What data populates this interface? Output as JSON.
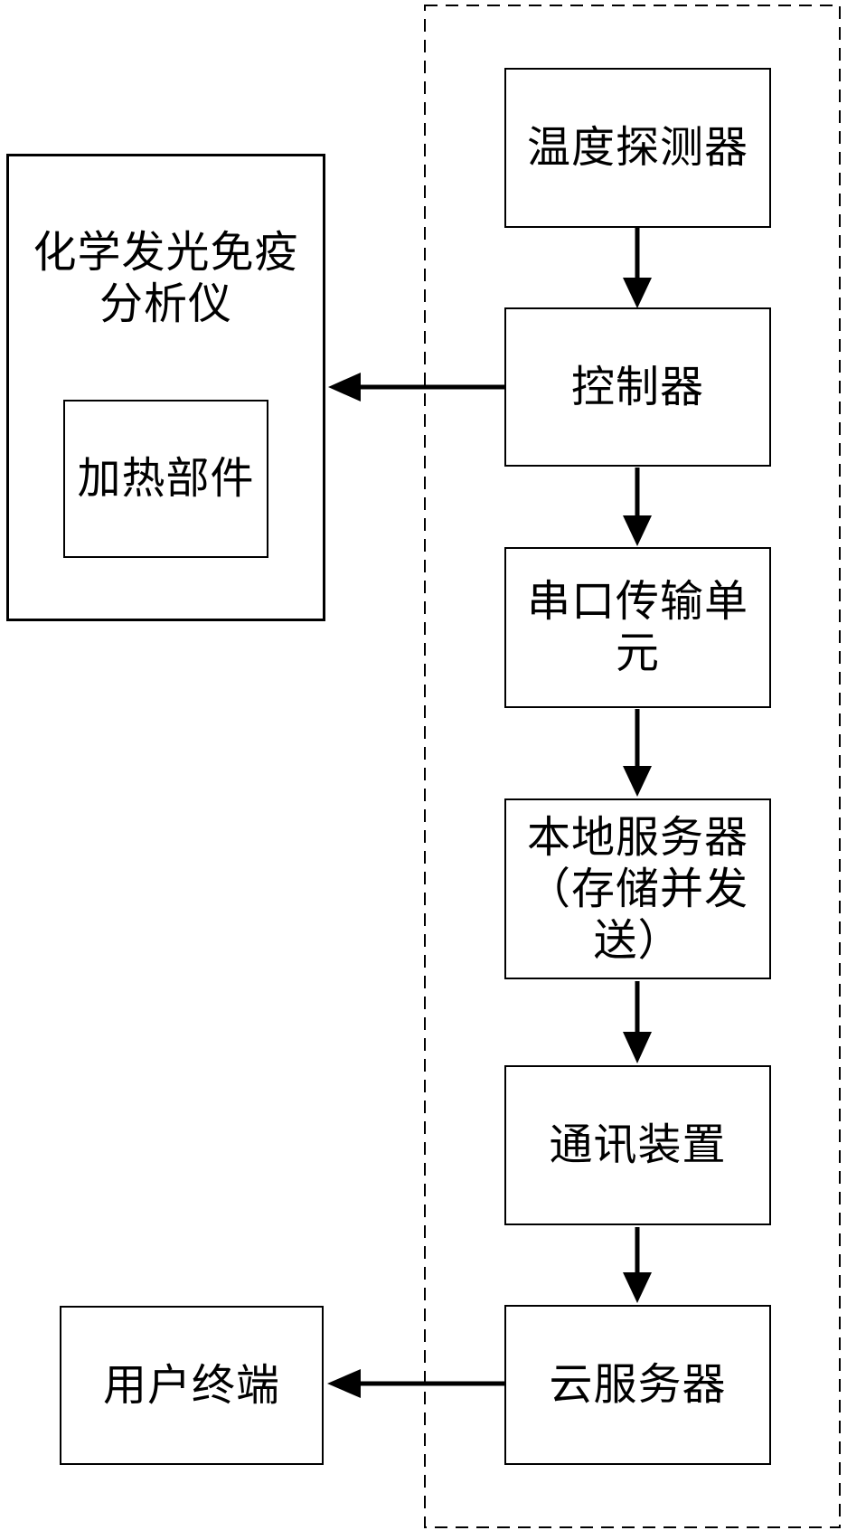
{
  "figure": {
    "boxes": {
      "analyzer": {
        "label": "化学发光免疫分析仪",
        "lines": [
          "化学发光免疫",
          "分析仪"
        ]
      },
      "heater": {
        "label": "加热部件"
      },
      "temperature_detector": {
        "label": "温度探测器"
      },
      "controller": {
        "label": "控制器"
      },
      "serial_unit": {
        "label": "串口传输单元",
        "lines": [
          "串口传输单",
          "元"
        ]
      },
      "local_server": {
        "label": "本地服务器（存储并发送）",
        "lines": [
          "本地服务器",
          "（存储并发",
          "送）"
        ]
      },
      "comm_device": {
        "label": "通讯装置"
      },
      "cloud_server": {
        "label": "云服务器"
      },
      "user_terminal": {
        "label": "用户终端"
      }
    },
    "colors": {
      "line": "#000000",
      "background": "#ffffff"
    }
  }
}
